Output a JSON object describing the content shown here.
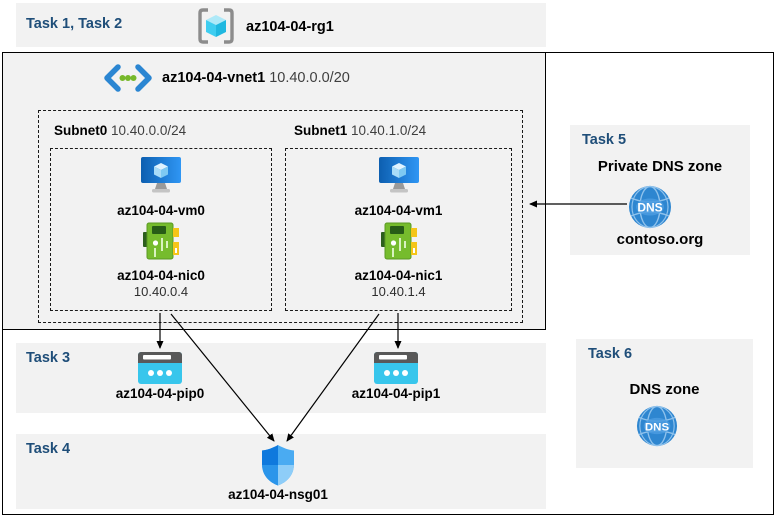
{
  "header": {
    "task_label": "Task 1, Task 2",
    "rg_name": "az104-04-rg1"
  },
  "vnet": {
    "name": "az104-04-vnet1",
    "cidr": "10.40.0.0/20"
  },
  "subnets": [
    {
      "name": "Subnet0",
      "cidr": "10.40.0.0/24",
      "vm": "az104-04-vm0",
      "nic": "az104-04-nic0",
      "ip": "10.40.0.4"
    },
    {
      "name": "Subnet1",
      "cidr": "10.40.1.0/24",
      "vm": "az104-04-vm1",
      "nic": "az104-04-nic1",
      "ip": "10.40.1.4"
    }
  ],
  "task3": {
    "label": "Task 3",
    "pips": [
      "az104-04-pip0",
      "az104-04-pip1"
    ]
  },
  "task4": {
    "label": "Task 4",
    "nsg": "az104-04-nsg01"
  },
  "task5": {
    "label": "Task 5",
    "title": "Private DNS zone",
    "zone": "contoso.org"
  },
  "task6": {
    "label": "Task 6",
    "title": "DNS zone"
  },
  "icons": {
    "dns_label": "DNS"
  },
  "colors": {
    "accent": "#1f4e79",
    "panel": "#f2f2f2",
    "border": "#000000",
    "vm_blue": "#1a73cf",
    "nic_green": "#76bc2d",
    "pip_cyan": "#38c6ec",
    "dns_blue": "#2e86d0",
    "nsg_blue": "#2f8fe0",
    "rg_cyan": "#3ecdf0"
  }
}
